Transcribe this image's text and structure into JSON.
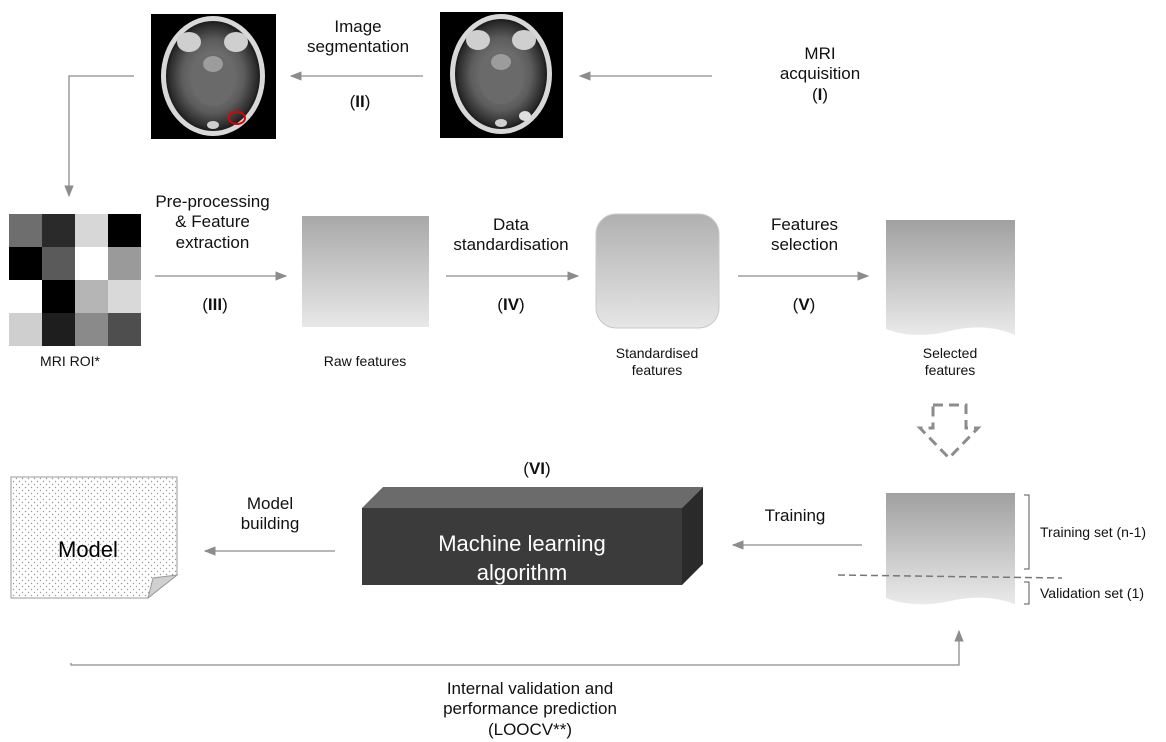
{
  "steps": [
    {
      "id": "I",
      "title": "MRI acquisition",
      "line1": "MRI",
      "line2": "acquisition",
      "roman": "I"
    },
    {
      "id": "II",
      "line1": "Image",
      "line2": "segmentation",
      "roman": "II"
    },
    {
      "id": "III",
      "line1": "Pre-processing",
      "line2": "& Feature",
      "line3": "extraction",
      "roman": "III"
    },
    {
      "id": "IV",
      "line1": "Data",
      "line2": "standardisation",
      "roman": "IV"
    },
    {
      "id": "V",
      "line1": "Features",
      "line2": "selection",
      "roman": "V"
    },
    {
      "id": "VI",
      "roman": "VI"
    }
  ],
  "nodes": {
    "mri_roi": "MRI ROI*",
    "raw_features": "Raw features",
    "standardised_features_line1": "Standardised",
    "standardised_features_line2": "features",
    "selected_features_line1": "Selected",
    "selected_features_line2": "features",
    "training_set": "Training set (n-1)",
    "validation_set": "Validation set (1)",
    "ml_line1": "Machine learning",
    "ml_line2": "algorithm",
    "model": "Model"
  },
  "edges": {
    "training": "Training",
    "model_building_line1": "Model",
    "model_building_line2": "building",
    "validation_line1": "Internal validation and",
    "validation_line2": "performance prediction",
    "validation_line3": "(LOOCV**)"
  },
  "colors": {
    "arrow": "#8c8c8c",
    "box_dark": "#3b3b3b",
    "box_top": "#6b6b6b",
    "box_side": "#2a2a2a",
    "gradient_top": "#a8a8a8",
    "gradient_bottom": "#e8e8e8"
  },
  "roi_grid_shades": [
    [
      "#6e6e6e",
      "#2a2a2a",
      "#d7d7d7",
      "#000000"
    ],
    [
      "#000000",
      "#5a5a5a",
      "#ffffff",
      "#9a9a9a"
    ],
    [
      "#ffffff",
      "#000000",
      "#b5b5b5",
      "#d9d9d9"
    ],
    [
      "#cfcfcf",
      "#1e1e1e",
      "#8a8a8a",
      "#4e4e4e"
    ]
  ]
}
